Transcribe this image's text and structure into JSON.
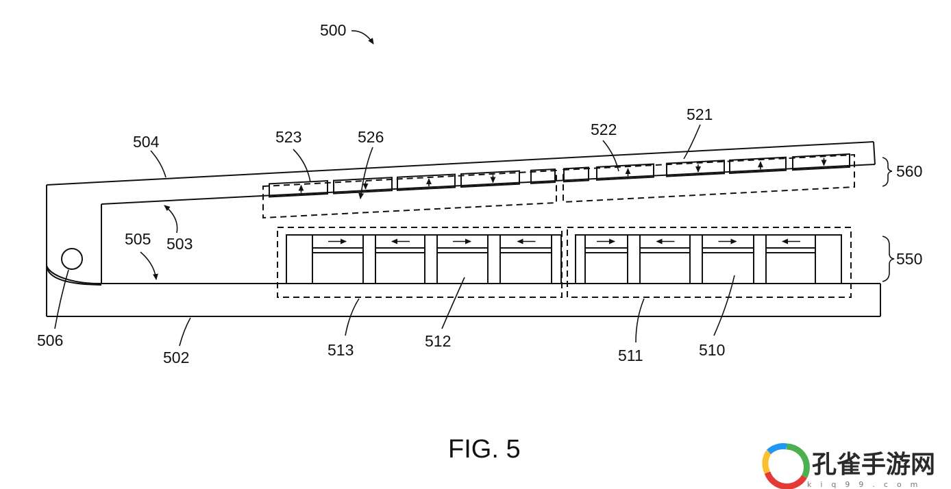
{
  "figure": {
    "caption": "FIG. 5",
    "labels": {
      "r500": "500",
      "r504": "504",
      "r523": "523",
      "r526": "526",
      "r522": "522",
      "r521": "521",
      "r560": "560",
      "r505": "505",
      "r503": "503",
      "r550": "550",
      "r506": "506",
      "r502": "502",
      "r513": "513",
      "r512": "512",
      "r511": "511",
      "r510": "510"
    }
  },
  "watermark": {
    "text": "孔雀手游网",
    "subtext": "kiq99.com",
    "colors": {
      "green": "#4caf50",
      "blue": "#2196f3",
      "red": "#e53935",
      "yellow": "#fbc02d"
    }
  }
}
